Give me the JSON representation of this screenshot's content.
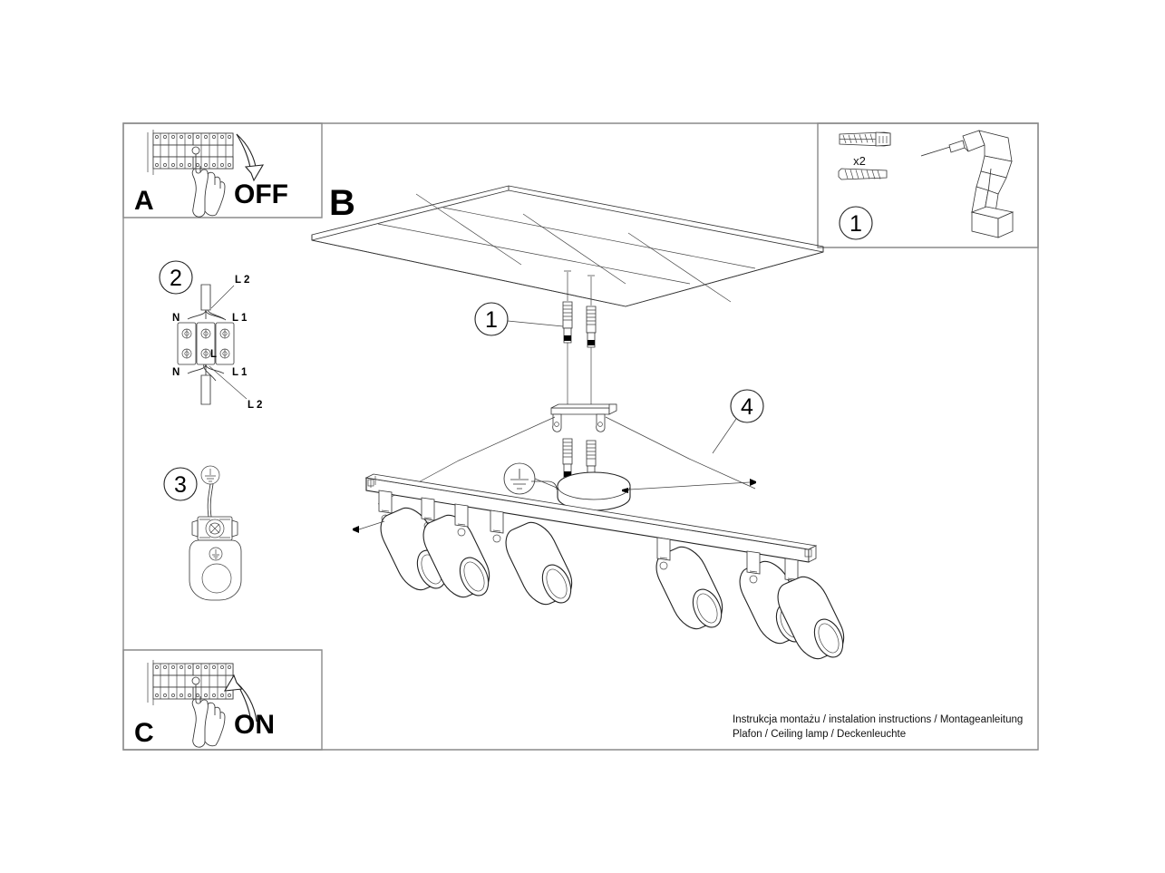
{
  "document": {
    "type": "installation-instruction-sheet",
    "caption_line1": "Instrukcja montażu / instalation instructions / Montageanleitung",
    "caption_line2": "Plafon / Ceiling lamp / Deckenleuchte"
  },
  "panels": {
    "a": {
      "letter": "A",
      "action_label": "OFF",
      "icon_fuse_box": "fuse-box-icon",
      "icon_hand": "hand-pointing-icon",
      "icon_arrow": "curved-arrow-down-icon"
    },
    "b": {
      "letter": "B"
    },
    "c": {
      "letter": "C",
      "action_label": "ON",
      "icon_fuse_box": "fuse-box-icon",
      "icon_hand": "hand-pointing-icon",
      "icon_arrow": "curved-arrow-up-icon"
    },
    "parts": {
      "step_number": "1",
      "quantity_label": "x2",
      "icon_wall_plug": "wall-plug-icon",
      "icon_screw": "screw-icon",
      "icon_drill": "cordless-drill-icon"
    }
  },
  "steps": {
    "wiring": {
      "number": "2",
      "labels": {
        "n_top": "N",
        "l1_top": "L 1",
        "l2_top": "L 2",
        "n_bottom": "N",
        "l1_bottom": "L 1",
        "l2_bottom": "L 2",
        "center": "L"
      },
      "icon": "terminal-block-icon"
    },
    "earth": {
      "number": "3",
      "icon_ground": "earth-ground-symbol",
      "icon_connector": "earth-terminal-icon"
    }
  },
  "callouts": [
    {
      "id": "1",
      "label": "1",
      "target": "mounting-screw"
    },
    {
      "id": "4",
      "label": "4",
      "target": "fixing-screw"
    }
  ],
  "assembly": {
    "ceiling": {
      "name": "ceiling-panel-grid",
      "cols": 3,
      "rows": 2
    },
    "bracket": {
      "name": "mounting-bracket"
    },
    "canopy": {
      "name": "round-canopy"
    },
    "bar": {
      "name": "spotlight-bar"
    },
    "spot_count": 6,
    "ground_symbol": "earth-ground-symbol"
  }
}
